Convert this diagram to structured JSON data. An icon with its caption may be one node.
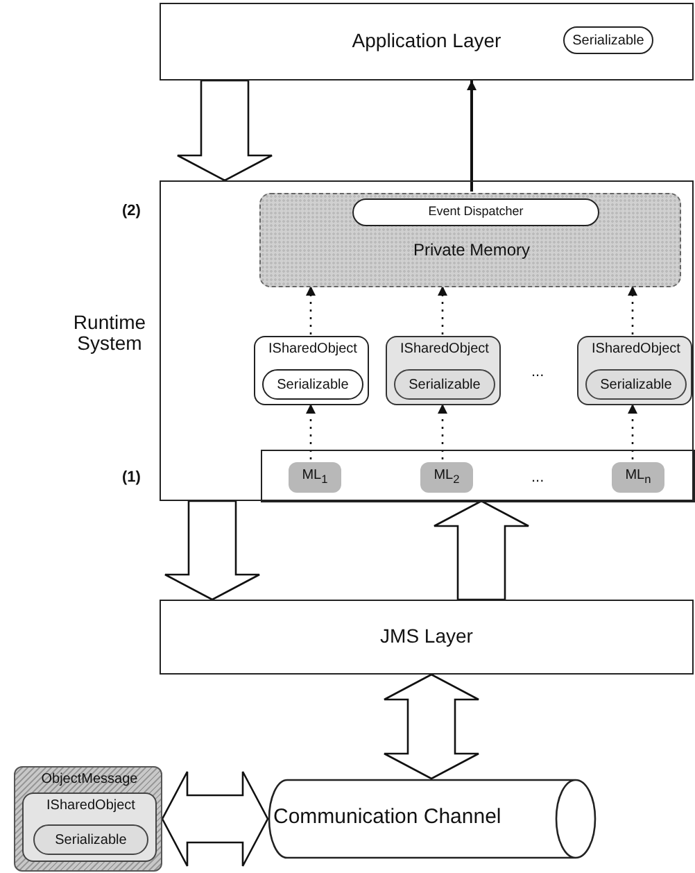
{
  "diagram": {
    "nodes": [
      {
        "text": [
          "Application Layer"
        ]
      },
      {
        "text": [
          "Serializable"
        ],
        "in": 0
      },
      {
        "text": [
          "Runtime System"
        ]
      },
      {
        "text": [
          "Private Memory"
        ],
        "in": 2
      },
      {
        "text": [
          "Event Dispatcher"
        ],
        "in": 3
      },
      {
        "text": [
          "ISharedObject"
        ],
        "in": 2
      },
      {
        "text": [
          "Serializable"
        ],
        "in": 5
      },
      {
        "text": [
          "ISharedObject"
        ],
        "in": 2
      },
      {
        "text": [
          "Serializable"
        ],
        "in": 7
      },
      {
        "text": [
          "ISharedObject"
        ],
        "in": 2
      },
      {
        "text": [
          "Serializable"
        ],
        "in": 9
      },
      {
        "text": [],
        "shape": "box",
        "in": 2
      },
      {
        "text": [
          "ML$_{1}$"
        ],
        "in": 11
      },
      {
        "text": [
          "ML$_{2}$"
        ],
        "in": 11
      },
      {
        "text": [
          "ML$_{n}$"
        ],
        "in": 11
      },
      {
        "text": [
          "JMS Layer"
        ]
      },
      {
        "text": [
          "ObjectMessage"
        ]
      },
      {
        "text": [
          "ISharedObject"
        ],
        "in": 16
      },
      {
        "text": [
          "Serializable"
        ],
        "in": 17
      },
      {
        "text": [
          "Communication Channel"
        ]
      }
    ],
    "edges": [
      {
        "from": 0,
        "to": 2,
        "arrow": "to",
        "style": "thick"
      },
      {
        "from": 3,
        "to": 0,
        "arrow": "to"
      },
      {
        "from": 5,
        "to": 3,
        "arrow": "to",
        "style": "dashed"
      },
      {
        "from": 7,
        "to": 3,
        "arrow": "to",
        "style": "dashed"
      },
      {
        "from": 9,
        "to": 3,
        "arrow": "to",
        "style": "dashed"
      },
      {
        "from": 12,
        "to": 5,
        "arrow": "to",
        "style": "dashed"
      },
      {
        "from": 13,
        "to": 7,
        "arrow": "to",
        "style": "dashed"
      },
      {
        "from": 14,
        "to": 9,
        "arrow": "to",
        "style": "dashed"
      },
      {
        "from": 2,
        "to": 15,
        "arrow": "to",
        "style": "thick"
      },
      {
        "from": 15,
        "to": 11,
        "arrow": "to",
        "style": "thick"
      },
      {
        "from": 15,
        "to": 19,
        "arrow": "both",
        "style": "thick"
      },
      {
        "from": 16,
        "to": 19,
        "arrow": "both",
        "style": "thick"
      }
    ],
    "labels": [
      "(2)",
      "...",
      "(1)",
      "..."
    ]
  }
}
